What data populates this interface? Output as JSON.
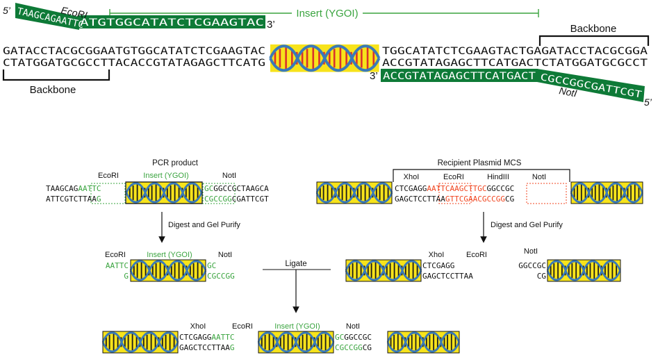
{
  "top": {
    "insert_label": "Insert (YGOI)",
    "ecori_label": "EcoRI",
    "noti_label": "NotI",
    "backbone_right": "Backbone",
    "backbone_left": "Backbone",
    "primer_fwd": {
      "prime5": "5’",
      "overhang": "TAAGCAGAATTC",
      "anneal": "ATGTGGCATATCTCGAAGTAC",
      "prime3": "3’"
    },
    "left_top": "GATACCTACGCGGAATGTGGCATATCTCGAAGTAC",
    "left_bottom": "CTATGGATGCGCCTTACACCGTATAGAGCTTCATG",
    "right_top": "TGGCATATCTCGAAGTACTGAGATACCTACGCGGA",
    "right_bottom": "ACCGTATAGAGCTTCATGACTCTATGGATGCGCCT",
    "primer_rev": {
      "prime3": "3’",
      "anneal": "ACCGTATAGAGCTTCATGACT",
      "overhang": "CGCCGGCGATTCGT",
      "prime5": "5’"
    }
  },
  "pcr": {
    "title": "PCR product",
    "ecori": "EcoRI",
    "insert": "Insert (YGOI)",
    "noti": "NotI",
    "top_left_black": "TAAGCAG",
    "top_left_green": "AATTC",
    "top_right_green": "GC",
    "top_right_black": "GGCCGCTAAGCA",
    "bot_left_black": "ATTCGTCTTAA",
    "bot_left_green": "G",
    "bot_right_green": "CGCCGG",
    "bot_right_black": "CGATTCGT"
  },
  "plasmid": {
    "title": "Recipient Plasmid MCS",
    "xhoi": "XhoI",
    "ecori": "EcoRI",
    "hindiii": "HindIII",
    "noti": "NotI",
    "top_black": "CTCGAGG",
    "top_red": "AATTCAAGCTTGC",
    "top_end": "GGCCGC",
    "bot_black": "GAGCTCCTTAA",
    "bot_red": "GTTCGAACGCCGG",
    "bot_end": "CG"
  },
  "digest_label": "Digest and Gel Purify",
  "digested_insert": {
    "ecori": "EcoRI",
    "insert": "Insert (YGOI)",
    "noti": "NotI",
    "left_top": "AATTC",
    "left_bottom": "G",
    "right_top": "GC",
    "right_bottom": "CGCCGG"
  },
  "digested_vector": {
    "xhoi": "XhoI",
    "ecori": "EcoRI",
    "noti": "NotI",
    "left_top": "CTCGAGG",
    "left_bottom": "GAGCTCCTTAA",
    "right_top": "GGCCGC",
    "right_bottom": "CG"
  },
  "ligate_label": "Ligate",
  "final": {
    "xhoi": "XhoI",
    "ecori": "EcoRI",
    "insert": "Insert (YGOI)",
    "noti": "NotI",
    "top_black1": "CTCGAGG",
    "top_green1": "AATTC",
    "top_green2": "GC",
    "top_black2": "GGCCGC",
    "bot_black1": "GAGCTCCTTAA",
    "bot_green1": "G",
    "bot_green2": "CGCCGG",
    "bot_black2": "CG"
  },
  "colors": {
    "green_text": "#3aa43f",
    "primer_fill": "#0e7a37",
    "red_text": "#f0451f",
    "dna_fill": "#f7e31b",
    "strand_blue": "#3a7ab8",
    "rung_red": "#d9332b"
  }
}
